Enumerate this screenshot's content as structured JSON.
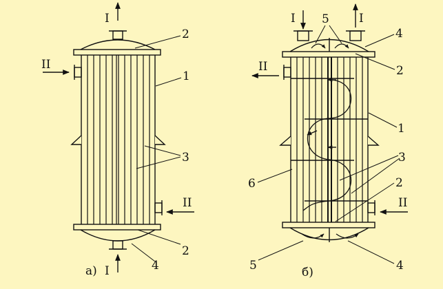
{
  "colors": {
    "background": "#fdf6c0",
    "ink": "#111111"
  },
  "left": {
    "caption_letter": "а)",
    "stream_top": "I",
    "stream_bottom": "I",
    "stream_inlet": "II",
    "stream_outlet": "II",
    "callouts": {
      "head_top": "2",
      "shell": "1",
      "tubes": "3",
      "tubesheet_bottom": "2",
      "head_bottom": "4"
    }
  },
  "right": {
    "caption_letter": "б)",
    "stream_in": "I",
    "stream_out": "I",
    "stream_inlet": "II",
    "stream_outlet": "II",
    "callouts": {
      "partition_top": "5",
      "head_top": "4",
      "tubesheet_top": "2",
      "shell": "1",
      "tubes": "3",
      "baffle": "6",
      "tubesheet_bottom": "2",
      "partition_bottom": "5",
      "head_bottom": "4"
    }
  }
}
